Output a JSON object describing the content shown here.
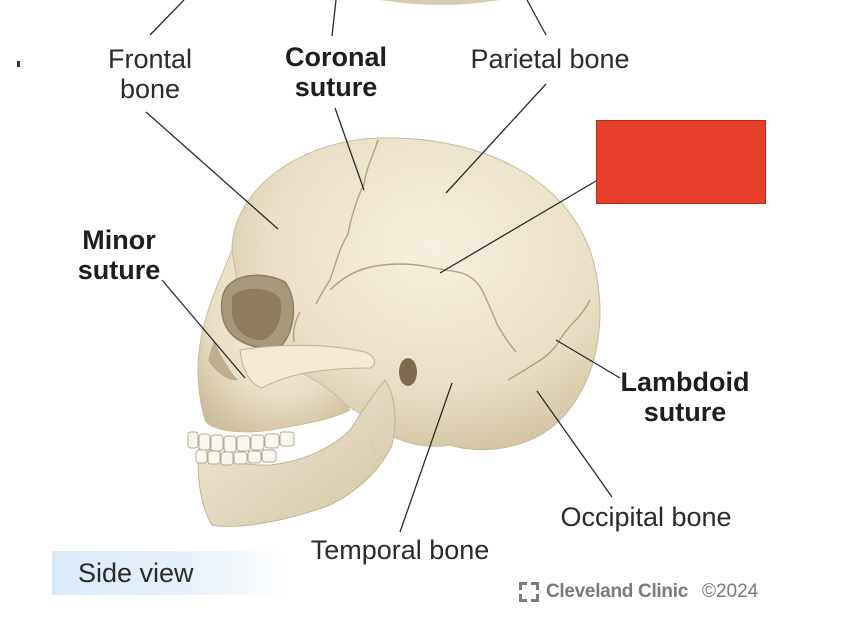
{
  "labels": {
    "frontal_bone": "Frontal\nbone",
    "coronal_suture": "Coronal\nsuture",
    "parietal_bone": "Parietal bone",
    "minor_suture": "Minor\nsuture",
    "lambdoid_suture": "Lambdoid\nsuture",
    "occipital_bone": "Occipital bone",
    "temporal_bone": "Temporal bone"
  },
  "side_view": "Side view",
  "brand": {
    "name": "Cleveland Clinic",
    "copyright": "©2024"
  },
  "colors": {
    "redacted_box": "#e8402a",
    "bone": "#ece3cc",
    "bone_shadow": "#cfc3a4",
    "leader_line": "#2b2b2b"
  },
  "icons": {
    "brand_logo": "cleveland-clinic-cross-icon"
  }
}
